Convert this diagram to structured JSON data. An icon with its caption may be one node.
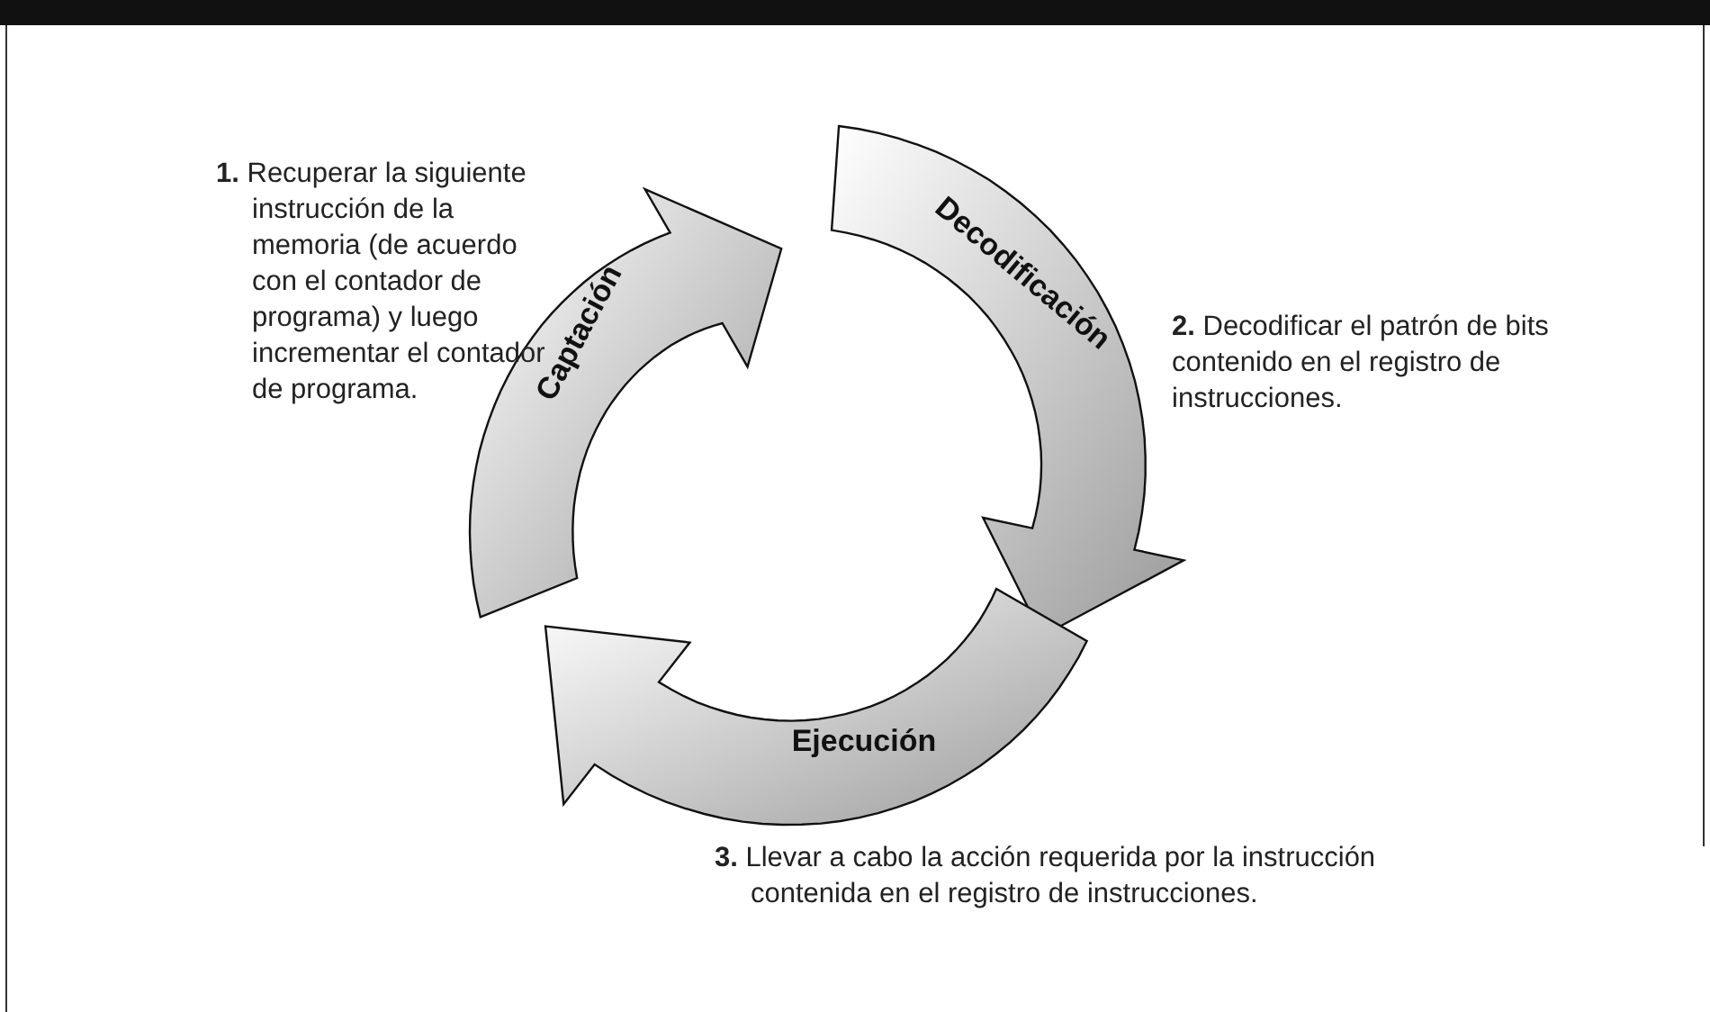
{
  "diagram": {
    "nodes": [
      {
        "text": [
          "Captación"
        ],
        "beside": [
          "**1.** Recuperar la siguiente instrucción de la memoria (de acuerdo con el contador de programa) y luego incrementar el contador de programa."
        ]
      },
      {
        "text": [
          "Decodificación"
        ],
        "beside": [
          "**2.** Decodificar el patrón de bits contenido en el registro de instrucciones."
        ]
      },
      {
        "text": [
          "Ejecución"
        ],
        "beside": [
          "**3.** Llevar a cabo la acción requerida por la instrucción contenida en el registro de instrucciones."
        ]
      }
    ]
  }
}
